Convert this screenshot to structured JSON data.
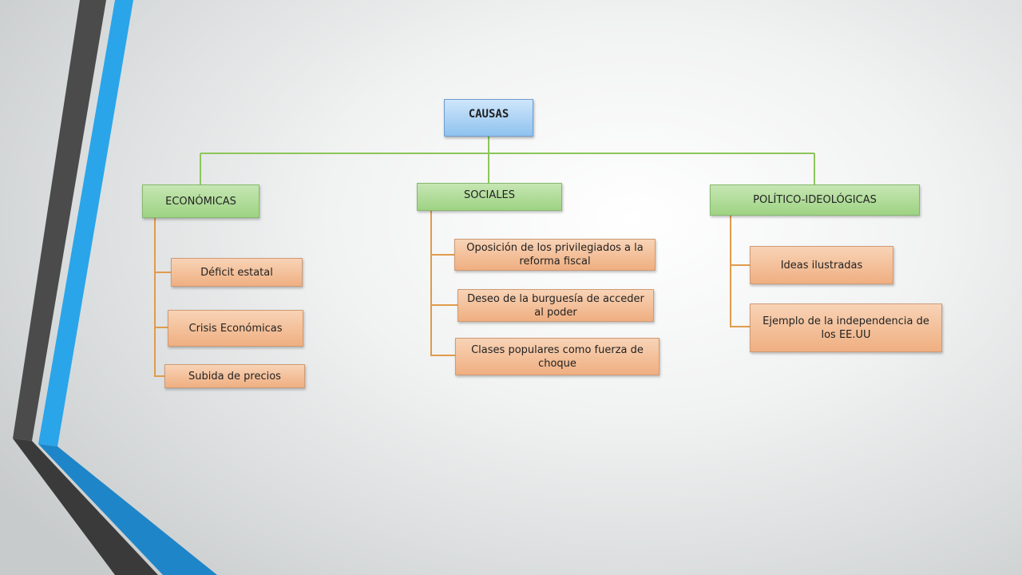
{
  "colors": {
    "green_connector": "#8cc65a",
    "orange_connector": "#e09b4c",
    "deco_dark": "#4b4b4b",
    "deco_blue": "#2aa5ea",
    "deco_blue_lower": "#1e86c8"
  },
  "root": {
    "label": "CAUSAS"
  },
  "categories": [
    {
      "label": "ECONÓMICAS",
      "items": [
        "Déficit estatal",
        "Crisis Económicas",
        "Subida de precios"
      ]
    },
    {
      "label": "SOCIALES",
      "items": [
        "Oposición de los privilegiados a la reforma fiscal",
        "Deseo de la burguesía de acceder al poder",
        "Clases populares como fuerza de choque"
      ]
    },
    {
      "label": "POLÍTICO-IDEOLÓGICAS",
      "items": [
        "Ideas ilustradas",
        "Ejemplo de la independencia de los EE.UU"
      ]
    }
  ]
}
